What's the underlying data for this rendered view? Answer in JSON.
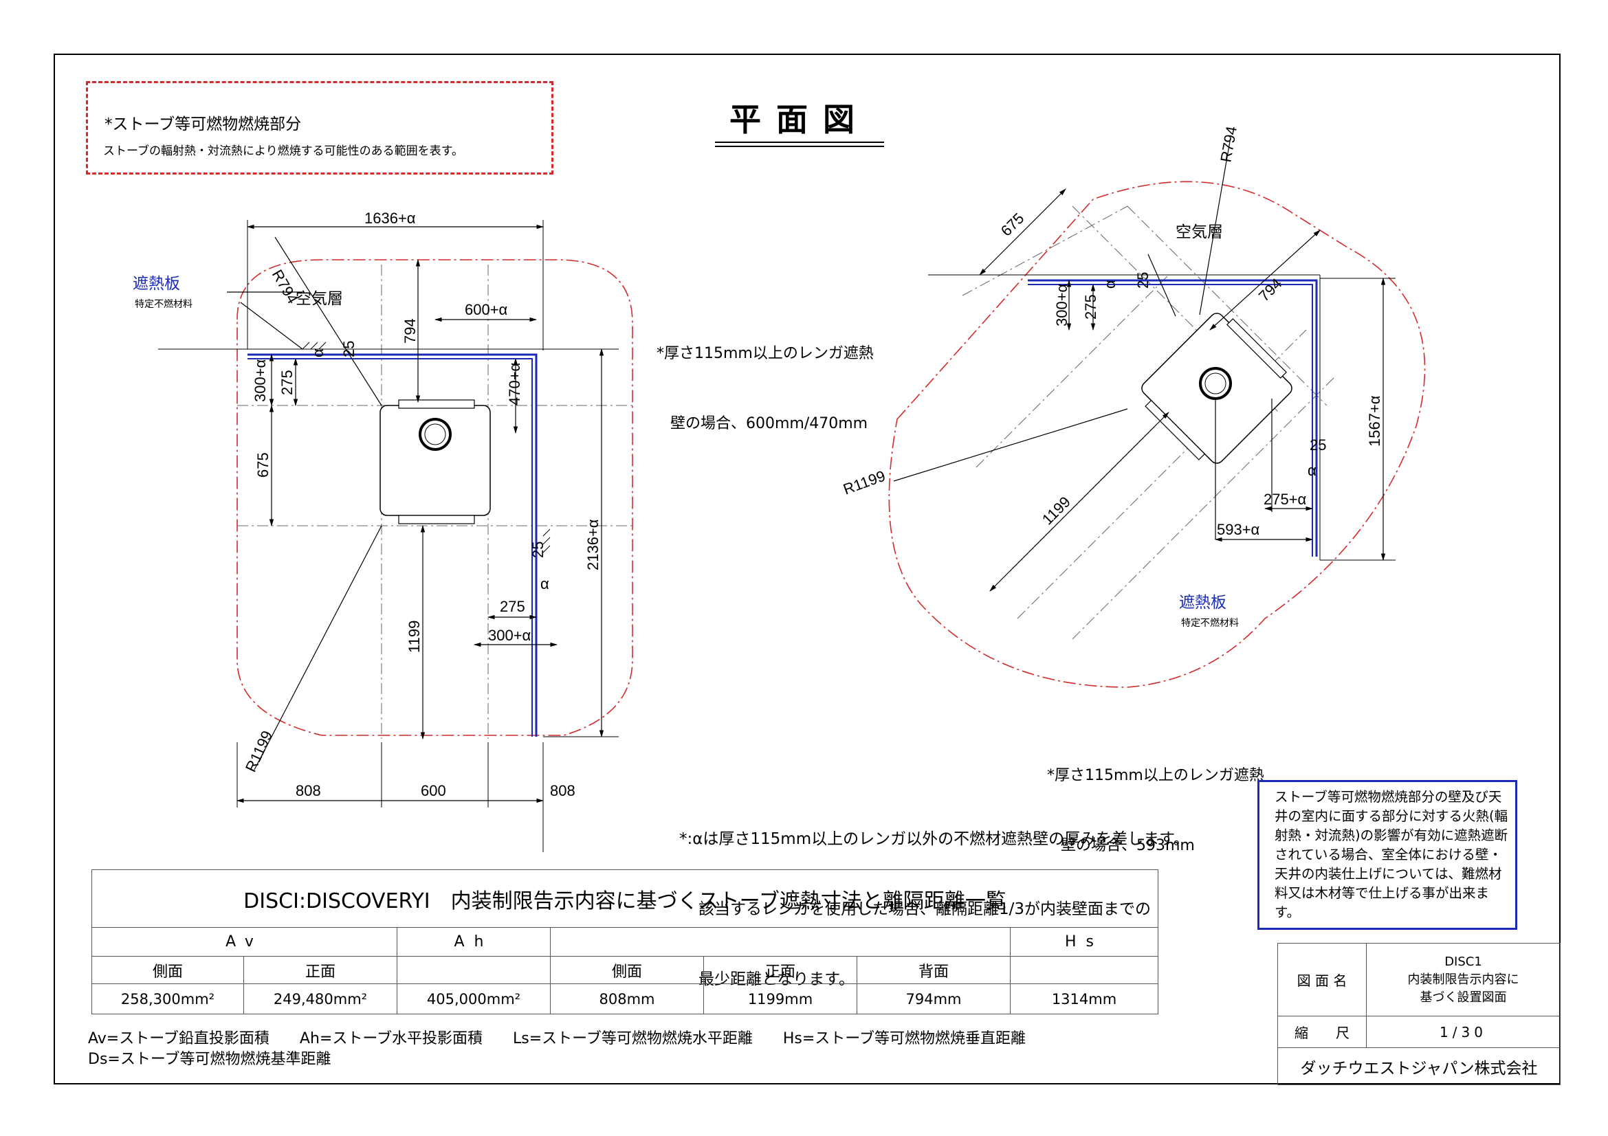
{
  "warning_box": {
    "title": "*ストーブ等可燃物燃焼部分",
    "text": "ストーブの輻射熱・対流熱により燃焼する可能性のある範囲を表す。"
  },
  "page_title": "平面図",
  "left_plan": {
    "dims": {
      "top_width": "1636+α",
      "r_top": "R794",
      "heat_shield": "遮熱板",
      "heat_shield_sub": "特定不燃材料",
      "air_layer": "空気層",
      "d794": "794",
      "d600a": "600+α",
      "d470a": "470+α",
      "d300a": "300+α",
      "d275_left": "275",
      "d675": "675",
      "d1199": "1199",
      "d2136a": "2136+α",
      "d25_top": "25",
      "d25_side": "25",
      "alpha_top": "α",
      "alpha_side": "α",
      "d275_right": "275",
      "d300_plus": "300+α",
      "r_bottom": "R1199",
      "b808_left": "808",
      "b600": "600",
      "b808_right": "808"
    }
  },
  "right_plan": {
    "dims": {
      "r_top": "R794",
      "d675": "675",
      "air_layer": "空気層",
      "d300a": "300+α",
      "d275": "275",
      "alpha": "α",
      "d25": "25",
      "d794": "794",
      "d1567a": "1567+α",
      "r1199": "R1199",
      "d1199": "1199",
      "d25_r": "25",
      "alpha_r": "α",
      "d275a": "275+α",
      "d593a": "593+α",
      "heat_shield": "遮熱板",
      "heat_shield_sub": "特定不燃材料"
    }
  },
  "notes": {
    "note1_line1": "*厚さ115mm以上のレンガ遮熱",
    "note1_line2": "壁の場合、600mm/470mm",
    "note2_line1": "*厚さ115mm以上のレンガ遮熱",
    "note2_line2": "壁の場合、593mm",
    "alpha_line1": "*:αは厚さ115mm以上のレンガ以外の不燃材遮熱壁の厚みを差します。",
    "alpha_line2": "該当するレンガを使用した場合、離隔距離1/3が内装壁面までの",
    "alpha_line3": "最少距離となります。"
  },
  "blue_note": "ストーブ等可燃物燃焼部分の壁及び天井の室内に面する部分に対する火熱(輻射熱・対流熱)の影響が有効に遮熱遮断されている場合、室全体における壁・天井の内装仕上げについては、難燃材料又は木材等で仕上げる事が出来ます。",
  "table": {
    "title": "DISCⅠ:DISCOVERYⅠ　内装制限告示内容に基づくストーブ遮熱寸法と離隔距離一覧",
    "group_headers": [
      "Av",
      "Ah",
      "",
      "Hs"
    ],
    "sub_headers": [
      "側面",
      "正面",
      "",
      "側面",
      "正面",
      "背面",
      ""
    ],
    "values": [
      "258,300mm²",
      "249,480mm²",
      "405,000mm²",
      "808mm",
      "1199mm",
      "794mm",
      "1314mm"
    ]
  },
  "legend": {
    "line1": "Av=ストーブ鉛直投影面積　　Ah=ストーブ水平投影面積　　Ls=ストーブ等可燃物燃焼水平距離　　Hs=ストーブ等可燃物燃焼垂直距離",
    "line2": "Ds=ストーブ等可燃物燃焼基準距離"
  },
  "title_block": {
    "drawing_name_label": "図 面 名",
    "drawing_name_line1": "DISC1",
    "drawing_name_line2": "内装制限告示内容に",
    "drawing_name_line3": "基づく設置図面",
    "scale_label": "縮　　尺",
    "scale_value": "1/30",
    "company": "ダッチウエストジャパン株式会社"
  },
  "colors": {
    "red_dash": "#d42a2a",
    "blue_shield": "#1a2bb8",
    "dim_line": "#000000",
    "center_line": "#555555"
  }
}
